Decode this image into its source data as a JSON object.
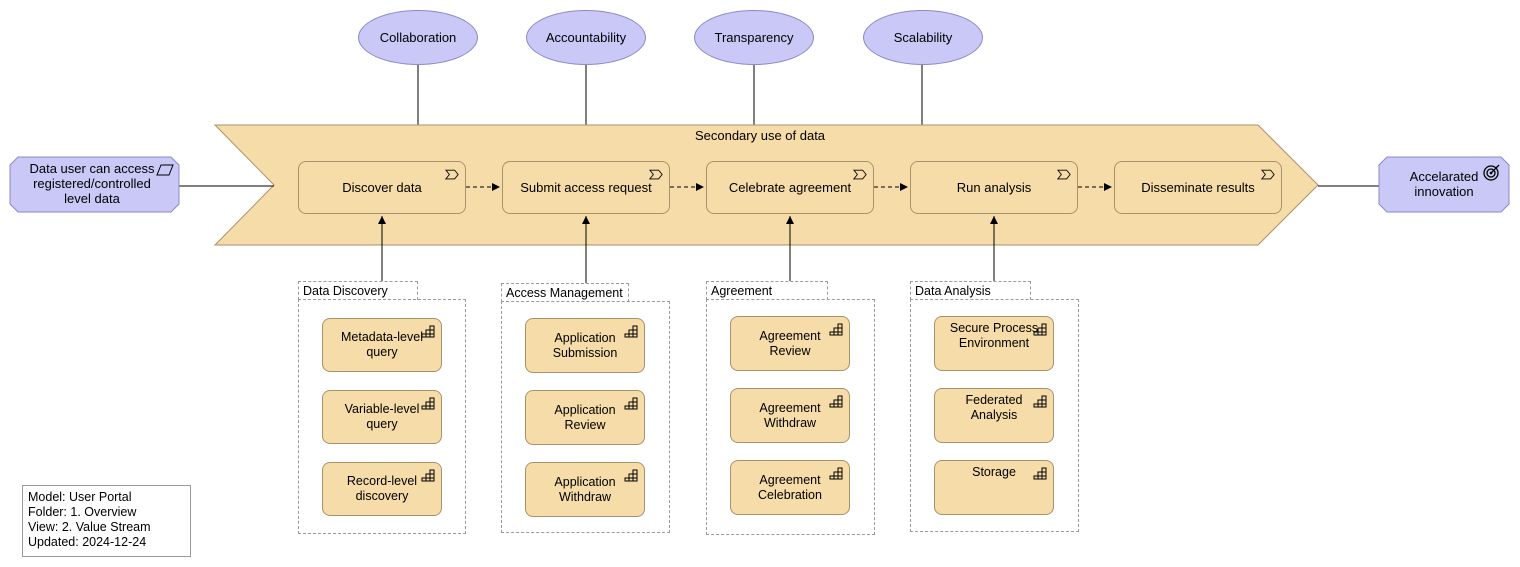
{
  "values": [
    "Collaboration",
    "Accountability",
    "Transparency",
    "Scalability"
  ],
  "stream_title": "Secondary use of data",
  "stages": [
    "Discover data",
    "Submit access request",
    "Celebrate agreement",
    "Run analysis",
    "Disseminate results"
  ],
  "stakeholder": "Data user can access registered/controlled level data",
  "outcome": "Accelarated innovation",
  "groups": [
    {
      "title": "Data Discovery",
      "items": [
        "Metadata-level query",
        "Variable-level query",
        "Record-level discovery"
      ]
    },
    {
      "title": "Access Management",
      "items": [
        "Application Submission",
        "Application Review",
        "Application Withdraw"
      ]
    },
    {
      "title": "Agreement",
      "items": [
        "Agreement Review",
        "Agreement Withdraw",
        "Agreement Celebration"
      ]
    },
    {
      "title": "Data Analysis",
      "items": [
        "Secure Process Environment",
        "Federated Analysis",
        "Storage"
      ]
    }
  ],
  "info": {
    "model": "Model: User Portal",
    "folder": "Folder: 1. Overview",
    "view": "View: 2. Value Stream",
    "updated": "Updated: 2024-12-24"
  }
}
